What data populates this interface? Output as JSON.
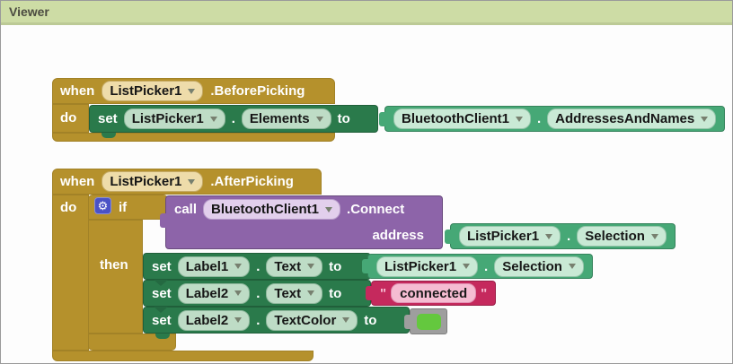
{
  "header": {
    "title": "Viewer"
  },
  "colors": {
    "header_bg": "#cddca5",
    "event_gold": "#b5912c",
    "setter_green": "#2a7a4b",
    "getter_green": "#46a876",
    "method_purple": "#8d64a9",
    "text_crimson": "#c5295d",
    "color_swatch_green": "#64c83e",
    "gear_blue": "#4a52c6"
  },
  "icons": {
    "gear": "⚙",
    "dropdown_arrow": "▾"
  },
  "before_picking": {
    "when_label": "when",
    "component": "ListPicker1",
    "event": ".BeforePicking",
    "do_label": "do",
    "set": {
      "set_label": "set",
      "component": "ListPicker1",
      "dot": ".",
      "property": "Elements",
      "to_label": "to"
    },
    "value": {
      "component": "BluetoothClient1",
      "dot": ".",
      "property": "AddressesAndNames"
    }
  },
  "after_picking": {
    "when_label": "when",
    "component": "ListPicker1",
    "event": ".AfterPicking",
    "do_label": "do",
    "if_label": "if",
    "then_label": "then",
    "call": {
      "call_label": "call",
      "component": "BluetoothClient1",
      "method": ".Connect",
      "arg_label": "address",
      "arg_value": {
        "component": "ListPicker1",
        "dot": ".",
        "property": "Selection"
      }
    },
    "statements": [
      {
        "set_label": "set",
        "component": "Label1",
        "dot": ".",
        "property": "Text",
        "to_label": "to",
        "value": {
          "component": "ListPicker1",
          "dot": ".",
          "property": "Selection"
        }
      },
      {
        "set_label": "set",
        "component": "Label2",
        "dot": ".",
        "property": "Text",
        "to_label": "to",
        "value": {
          "open_quote": "\"",
          "text": "connected",
          "close_quote": "\""
        }
      },
      {
        "set_label": "set",
        "component": "Label2",
        "dot": ".",
        "property": "TextColor",
        "to_label": "to",
        "value": {
          "color": "#64c83e"
        }
      }
    ]
  }
}
